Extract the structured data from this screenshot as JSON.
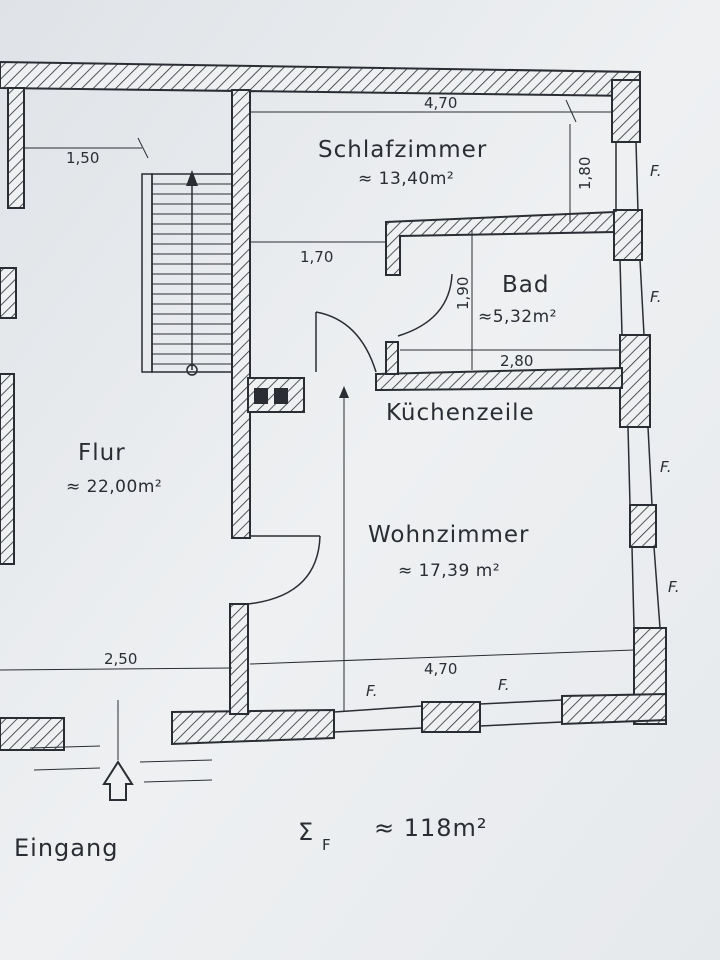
{
  "rooms": {
    "schlafzimmer": {
      "name": "Schlafzimmer",
      "area": "≈ 13,40m²"
    },
    "bad": {
      "name": "Bad",
      "area": "≈5,32m²"
    },
    "kuechenzeile": {
      "name": "Küchenzeile"
    },
    "flur": {
      "name": "Flur",
      "area": "≈ 22,00m²"
    },
    "wohnzimmer": {
      "name": "Wohnzimmer",
      "area": "≈ 17,39 m²"
    }
  },
  "dimensions": {
    "top_width": "4,70",
    "stair_width": "1,50",
    "bedroom_depth": "1,80",
    "bath_offset": "1,70",
    "bath_depth": "1,90",
    "bath_width": "2,80",
    "hall_width": "2,50",
    "living_width": "4,70"
  },
  "window_labels": [
    "F.",
    "F.",
    "F.",
    "F.",
    "F.",
    "F."
  ],
  "entrance": "Eingang",
  "total_area": "Σ",
  "total_area_sub": "F",
  "total_area_value": "≈ 118m²"
}
